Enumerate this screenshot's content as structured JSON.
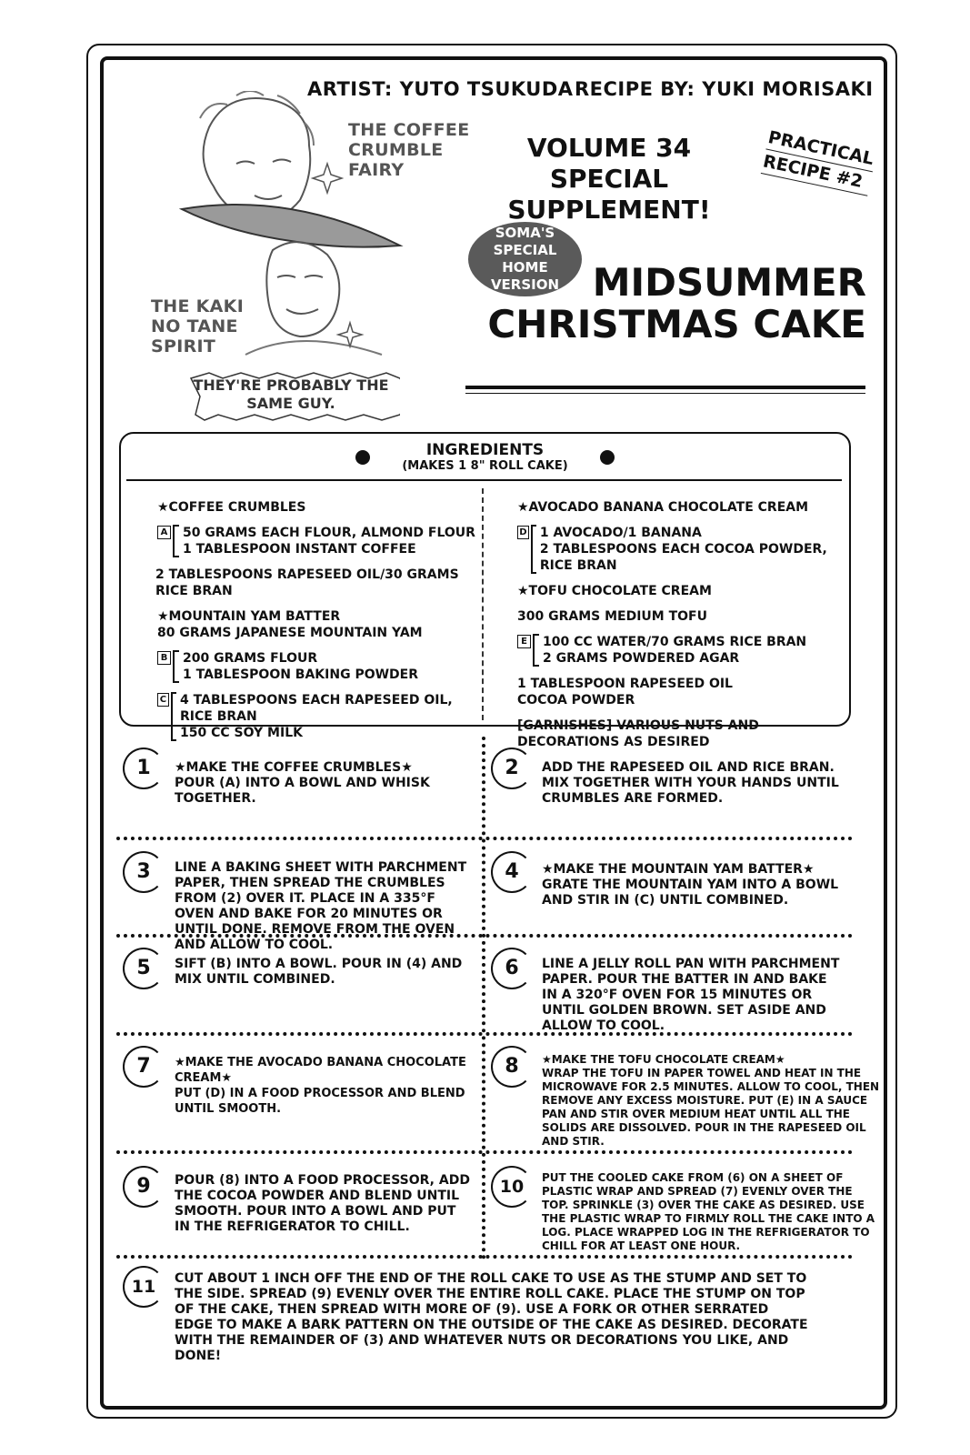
{
  "credits": {
    "artist": "ARTIST: YUTO TSUKUDA",
    "recipe_by": "RECIPE BY: YUKI MORISAKI"
  },
  "art": {
    "fairy_label": "THE COFFEE CRUMBLE FAIRY",
    "spirit_label": "THE KAKI NO TANE SPIRIT",
    "speech": "THEY'RE PROBABLY THE SAME GUY."
  },
  "header": {
    "volume_line1": "VOLUME 34",
    "volume_line2": "SPECIAL SUPPLEMENT!",
    "practical_line1": "PRACTICAL",
    "practical_line2": "RECIPE #2",
    "badge": [
      "SOMA'S",
      "SPECIAL",
      "HOME",
      "VERSION"
    ],
    "title_line1": "MIDSUMMER",
    "title_line2": "CHRISTMAS CAKE"
  },
  "ingredients": {
    "title": "INGREDIENTS",
    "subtitle": "(MAKES 1 8\" ROLL CAKE)",
    "left": {
      "coffee_crumbles": "★COFFEE CRUMBLES",
      "a_tag": "A",
      "a_lines": [
        "50 GRAMS EACH FLOUR, ALMOND FLOUR",
        "1 TABLESPOON INSTANT COFFEE"
      ],
      "oil_bran": "2 TABLESPOONS RAPESEED OIL/30 GRAMS RICE BRAN",
      "mountain_yam": "★MOUNTAIN YAM BATTER",
      "yam": "80 GRAMS JAPANESE MOUNTAIN YAM",
      "b_tag": "B",
      "b_lines": [
        "200 GRAMS FLOUR",
        "1 TABLESPOON BAKING POWDER"
      ],
      "c_tag": "C",
      "c_lines": [
        "4 TABLESPOONS EACH RAPESEED OIL, RICE BRAN",
        "150 CC SOY MILK"
      ]
    },
    "right": {
      "avocado_cream": "★AVOCADO BANANA CHOCOLATE CREAM",
      "d_tag": "D",
      "d_lines": [
        "1 AVOCADO/1 BANANA",
        "2 TABLESPOONS EACH COCOA POWDER, RICE BRAN"
      ],
      "tofu_cream": "★TOFU CHOCOLATE CREAM",
      "tofu": "300 GRAMS MEDIUM TOFU",
      "e_tag": "E",
      "e_lines": [
        "100 CC WATER/70 GRAMS RICE BRAN",
        "2 GRAMS POWDERED AGAR"
      ],
      "oil": "1 TABLESPOON RAPESEED OIL",
      "cocoa": "COCOA POWDER",
      "garnish": "[GARNISHES] VARIOUS NUTS AND DECORATIONS AS DESIRED"
    }
  },
  "steps": [
    {
      "num": "1",
      "text": "★MAKE THE COFFEE CRUMBLES★\nPOUR (A) INTO A BOWL AND WHISK TOGETHER."
    },
    {
      "num": "2",
      "text": "ADD THE RAPESEED OIL AND RICE BRAN. MIX TOGETHER WITH YOUR HANDS UNTIL CRUMBLES ARE FORMED."
    },
    {
      "num": "3",
      "text": "LINE A BAKING SHEET WITH PARCHMENT PAPER, THEN SPREAD THE CRUMBLES FROM (2) OVER IT. PLACE IN A 335°F OVEN AND BAKE FOR 20 MINUTES OR UNTIL DONE. REMOVE FROM THE OVEN AND ALLOW TO COOL."
    },
    {
      "num": "4",
      "text": "★MAKE THE MOUNTAIN YAM BATTER★\nGRATE THE MOUNTAIN YAM INTO A BOWL AND STIR IN (C) UNTIL COMBINED."
    },
    {
      "num": "5",
      "text": "SIFT (B) INTO A BOWL. POUR IN (4) AND MIX UNTIL COMBINED."
    },
    {
      "num": "6",
      "text": "LINE A JELLY ROLL PAN WITH PARCHMENT PAPER. POUR THE BATTER IN AND BAKE IN A 320°F OVEN FOR 15 MINUTES OR UNTIL GOLDEN BROWN. SET ASIDE AND ALLOW TO COOL."
    },
    {
      "num": "7",
      "text": "★MAKE THE AVOCADO BANANA CHOCOLATE CREAM★\nPUT (D) IN A FOOD PROCESSOR AND BLEND UNTIL SMOOTH."
    },
    {
      "num": "8",
      "text": "★MAKE THE TOFU CHOCOLATE CREAM★\nWRAP THE TOFU IN PAPER TOWEL AND HEAT IN THE MICROWAVE FOR 2.5 MINUTES. ALLOW TO COOL, THEN REMOVE ANY EXCESS MOISTURE. PUT (E) IN A SAUCE PAN AND STIR OVER MEDIUM HEAT UNTIL ALL THE SOLIDS ARE DISSOLVED. POUR IN THE RAPESEED OIL AND STIR."
    },
    {
      "num": "9",
      "text": "POUR (8) INTO A FOOD PROCESSOR, ADD THE COCOA POWDER AND BLEND UNTIL SMOOTH. POUR INTO A BOWL AND PUT IN THE REFRIGERATOR TO CHILL."
    },
    {
      "num": "10",
      "text": "PUT THE COOLED CAKE FROM (6) ON A SHEET OF PLASTIC WRAP AND SPREAD (7) EVENLY OVER THE TOP. SPRINKLE (3) OVER THE CAKE AS DESIRED. USE THE PLASTIC WRAP TO FIRMLY ROLL THE CAKE INTO A LOG. PLACE WRAPPED LOG IN THE REFRIGERATOR TO CHILL FOR AT LEAST ONE HOUR."
    },
    {
      "num": "11",
      "text": "CUT ABOUT 1 INCH OFF THE END OF THE ROLL CAKE TO USE AS THE STUMP AND SET TO THE SIDE. SPREAD (9) EVENLY OVER THE ENTIRE ROLL CAKE. PLACE THE STUMP ON TOP OF THE CAKE, THEN SPREAD WITH MORE OF (9). USE A FORK OR OTHER SERRATED EDGE TO MAKE A BARK PATTERN ON THE OUTSIDE OF THE CAKE AS DESIRED. DECORATE WITH THE REMAINDER OF (3) AND WHATEVER NUTS OR DECORATIONS YOU LIKE, AND DONE!"
    }
  ]
}
